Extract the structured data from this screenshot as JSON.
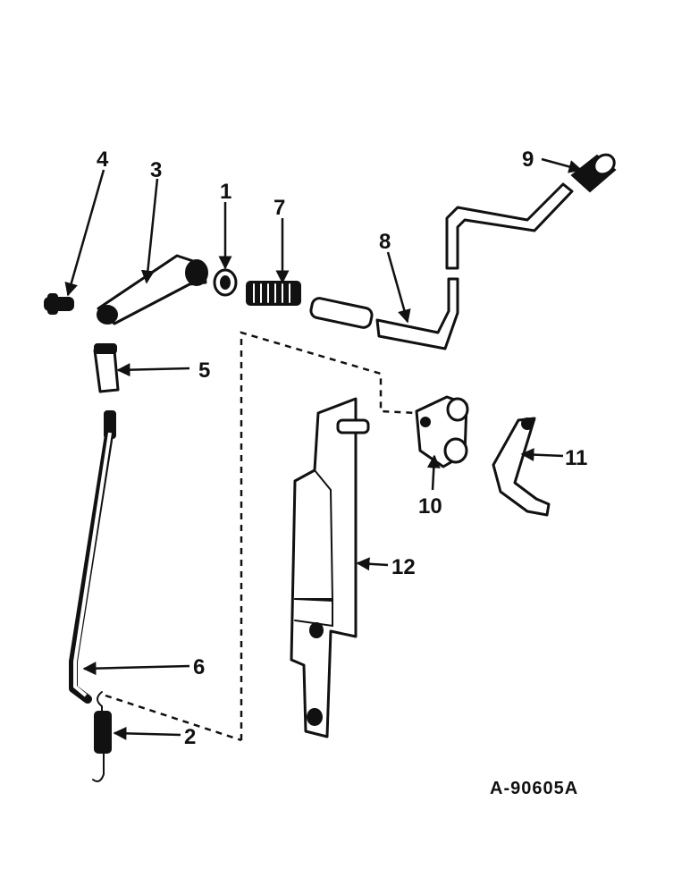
{
  "callouts": {
    "c1": "1",
    "c2": "2",
    "c3": "3",
    "c4": "4",
    "c5": "5",
    "c6": "6",
    "c7": "7",
    "c8": "8",
    "c9": "9",
    "c10": "10",
    "c11": "11",
    "c12": "12"
  },
  "figure_ref": "A-90605A"
}
